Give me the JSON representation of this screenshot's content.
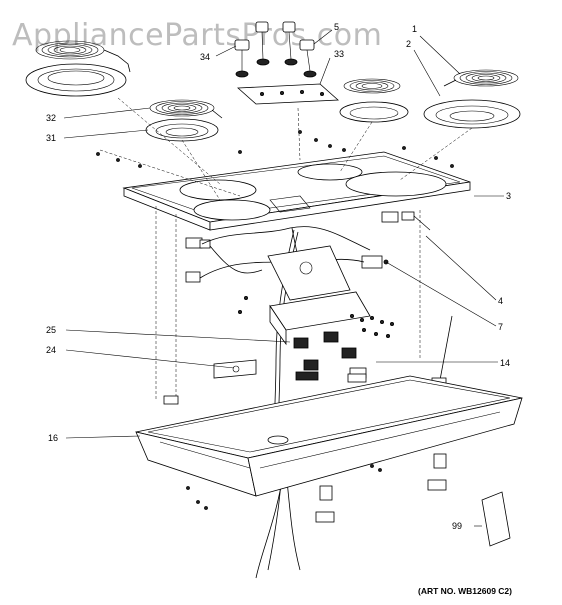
{
  "watermark": "AppliancePartsPros.com",
  "art_number": "(ART NO. WB12609 C2)",
  "callouts": {
    "c1": "1",
    "c2": "2",
    "c3": "3",
    "c4": "4",
    "c5": "5",
    "c7": "7",
    "c14": "14",
    "c16": "16",
    "c24": "24",
    "c25": "25",
    "c31": "31",
    "c32": "32",
    "c33": "33",
    "c34": "34",
    "c99": "99"
  }
}
